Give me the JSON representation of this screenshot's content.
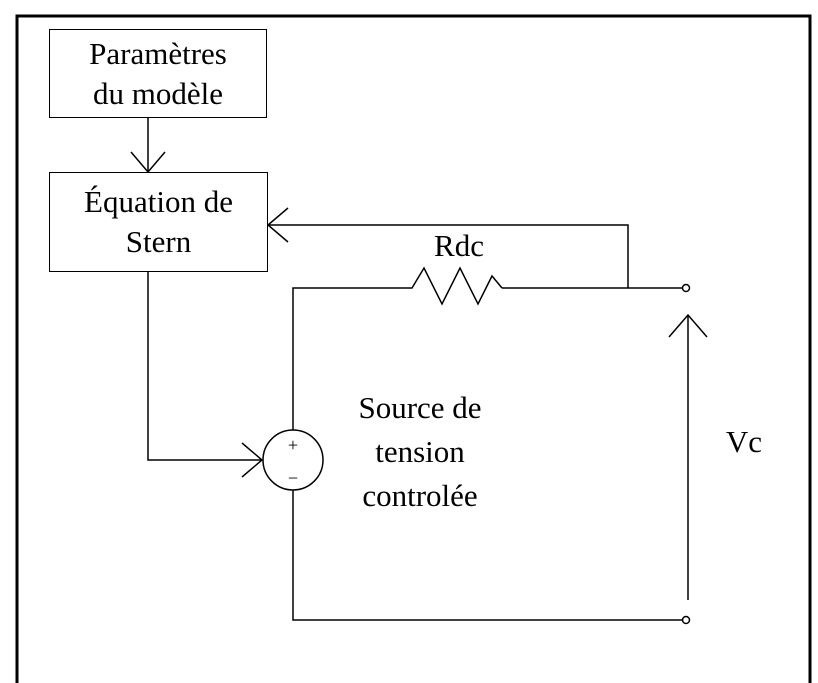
{
  "blocks": {
    "parameters": {
      "line1": "Paramètres",
      "line2": "du modèle"
    },
    "stern": {
      "line1": "Équation de",
      "line2": "Stern"
    }
  },
  "labels": {
    "resistor": "Rdc",
    "source": {
      "line1": "Source de",
      "line2": "tension",
      "line3": "controlée"
    },
    "voltage": "Vc",
    "source_plus": "+",
    "source_minus": "−"
  },
  "colors": {
    "line": "#000000",
    "background": "#ffffff"
  }
}
